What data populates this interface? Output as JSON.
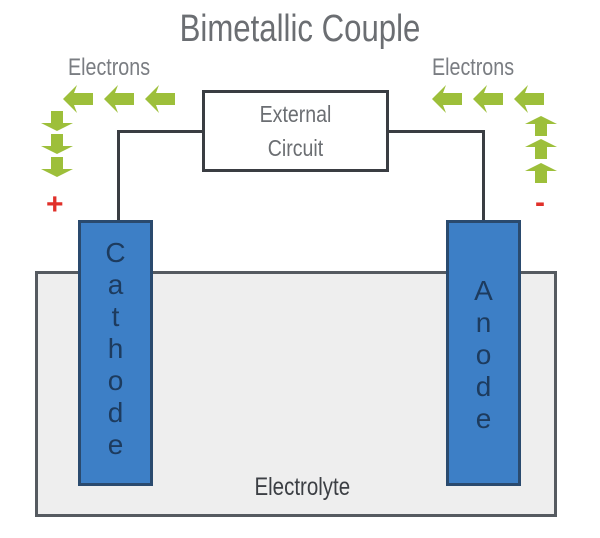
{
  "title": "Bimetallic Couple",
  "labels": {
    "electrons_left": "Electrons",
    "electrons_right": "Electrons",
    "external_circuit_line1": "External",
    "external_circuit_line2": "Circuit",
    "cathode": "Cathode",
    "anode": "Anode",
    "electrolyte": "Electrolyte",
    "positive": "+",
    "negative": "-"
  },
  "colors": {
    "arrow": "#9dbf3a",
    "electrode": "#3d7fc6",
    "electrolyte": "#eeeeee",
    "positive": "#e0302a",
    "negative": "#e0302a",
    "wire": "#3a3d42"
  },
  "arrows": {
    "left_horizontal": 3,
    "left_vertical_down": 3,
    "right_horizontal": 3,
    "right_vertical_up": 3
  }
}
